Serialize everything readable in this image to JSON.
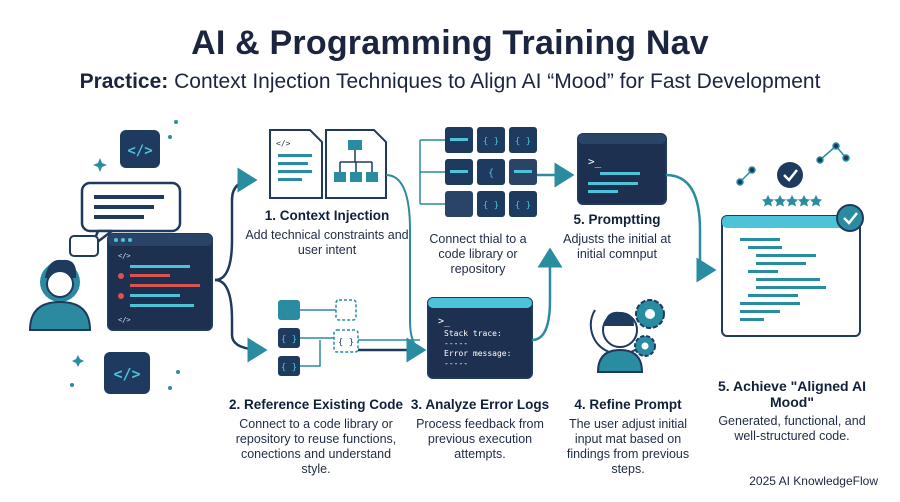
{
  "header": {
    "title": "AI & Programming Training Nav",
    "subtitle_prefix": "Practice:",
    "subtitle_rest": " Context Injection Techniques to Align AI “Mood” for Fast Development"
  },
  "steps": {
    "context_injection": {
      "title": "1. Context Injection",
      "desc": "Add technical constraints and user intent"
    },
    "connect_library": {
      "desc": "Connect thial to a code library or repository"
    },
    "prompting": {
      "title": "5. Promptting",
      "desc": "Adjusts the initial at initial comnput"
    },
    "reference_code": {
      "title": "2. Reference Existing Code",
      "desc": "Connect to a code library or repository to reuse functions, conections and understand style."
    },
    "analyze_logs": {
      "title": "3. Analyze Error Logs",
      "desc": "Process feedback from previous execution attempts."
    },
    "refine_prompt": {
      "title": "4. Refine Prompt",
      "desc": "The user adjust initial input mat based on findings from previous steps."
    },
    "aligned_mood": {
      "title": "5. Achieve \"Aligned AI Mood\"",
      "desc": "Generated, functional, and well-structured code."
    }
  },
  "terminal_log": {
    "prompt": ">_",
    "line1": "Stack trace:",
    "line2": "-----",
    "line3": "Error  message:",
    "line4": "-----"
  },
  "code_glyphs": {
    "code_tag": "</>",
    "braces": "{ }",
    "bracket": "{",
    "tag_small": "</>"
  },
  "footer": {
    "credit": "2025 AI KnowledgeFlow"
  },
  "colors": {
    "navy": "#1e3a5f",
    "teal": "#2a8ca0",
    "accent": "#4cc3d9",
    "red": "#d9534f"
  }
}
